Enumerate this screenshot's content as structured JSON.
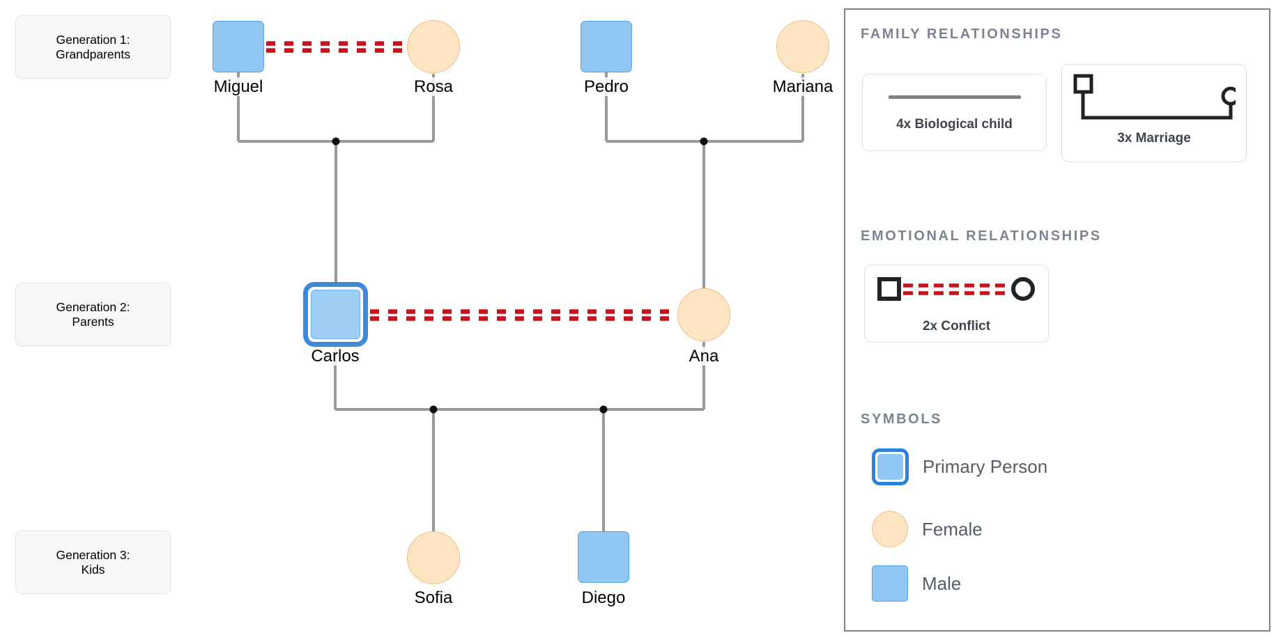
{
  "diagram": {
    "generations": [
      {
        "label_line1": "Generation 1:",
        "label_line2": "Grandparents"
      },
      {
        "label_line1": "Generation 2:",
        "label_line2": "Parents"
      },
      {
        "label_line1": "Generation 3:",
        "label_line2": "Kids"
      }
    ],
    "people": [
      {
        "name": "Miguel",
        "gender": "male",
        "generation": 1,
        "primary": false
      },
      {
        "name": "Rosa",
        "gender": "female",
        "generation": 1,
        "primary": false
      },
      {
        "name": "Pedro",
        "gender": "male",
        "generation": 1,
        "primary": false
      },
      {
        "name": "Mariana",
        "gender": "female",
        "generation": 1,
        "primary": false
      },
      {
        "name": "Carlos",
        "gender": "male",
        "generation": 2,
        "primary": true
      },
      {
        "name": "Ana",
        "gender": "female",
        "generation": 2,
        "primary": false
      },
      {
        "name": "Sofia",
        "gender": "female",
        "generation": 3,
        "primary": false
      },
      {
        "name": "Diego",
        "gender": "male",
        "generation": 3,
        "primary": false
      }
    ],
    "relationships": {
      "marriages": [
        [
          "Miguel",
          "Rosa"
        ],
        [
          "Pedro",
          "Mariana"
        ],
        [
          "Carlos",
          "Ana"
        ]
      ],
      "conflicts": [
        [
          "Miguel",
          "Rosa"
        ],
        [
          "Carlos",
          "Ana"
        ]
      ],
      "biological_children": [
        {
          "child": "Carlos",
          "parents": [
            "Miguel",
            "Rosa"
          ]
        },
        {
          "child": "Ana",
          "parents": [
            "Pedro",
            "Mariana"
          ]
        },
        {
          "child": "Sofia",
          "parents": [
            "Carlos",
            "Ana"
          ]
        },
        {
          "child": "Diego",
          "parents": [
            "Carlos",
            "Ana"
          ]
        }
      ]
    }
  },
  "legend": {
    "sections": [
      {
        "heading": "FAMILY RELATIONSHIPS"
      },
      {
        "heading": "EMOTIONAL RELATIONSHIPS"
      },
      {
        "heading": "SYMBOLS"
      }
    ],
    "family_items": [
      {
        "label": "4x Biological child"
      },
      {
        "label": "3x Marriage"
      }
    ],
    "emotional_items": [
      {
        "label": "2x Conflict"
      }
    ],
    "symbols": [
      {
        "label": "Primary Person"
      },
      {
        "label": "Female"
      },
      {
        "label": "Male"
      }
    ]
  },
  "colors": {
    "male_fill": "#90c6f2",
    "male_border": "#57a4e4",
    "female_fill": "#fde5c4",
    "female_border": "#f0be85",
    "primary_ring": "#3e8ad8",
    "family_line": "#999999",
    "junction_dot": "#111111",
    "conflict_red": "#c8121e",
    "legend_heading": "#7b8591",
    "legend_label": "#3d4450",
    "symbol_label": "#575d66"
  }
}
